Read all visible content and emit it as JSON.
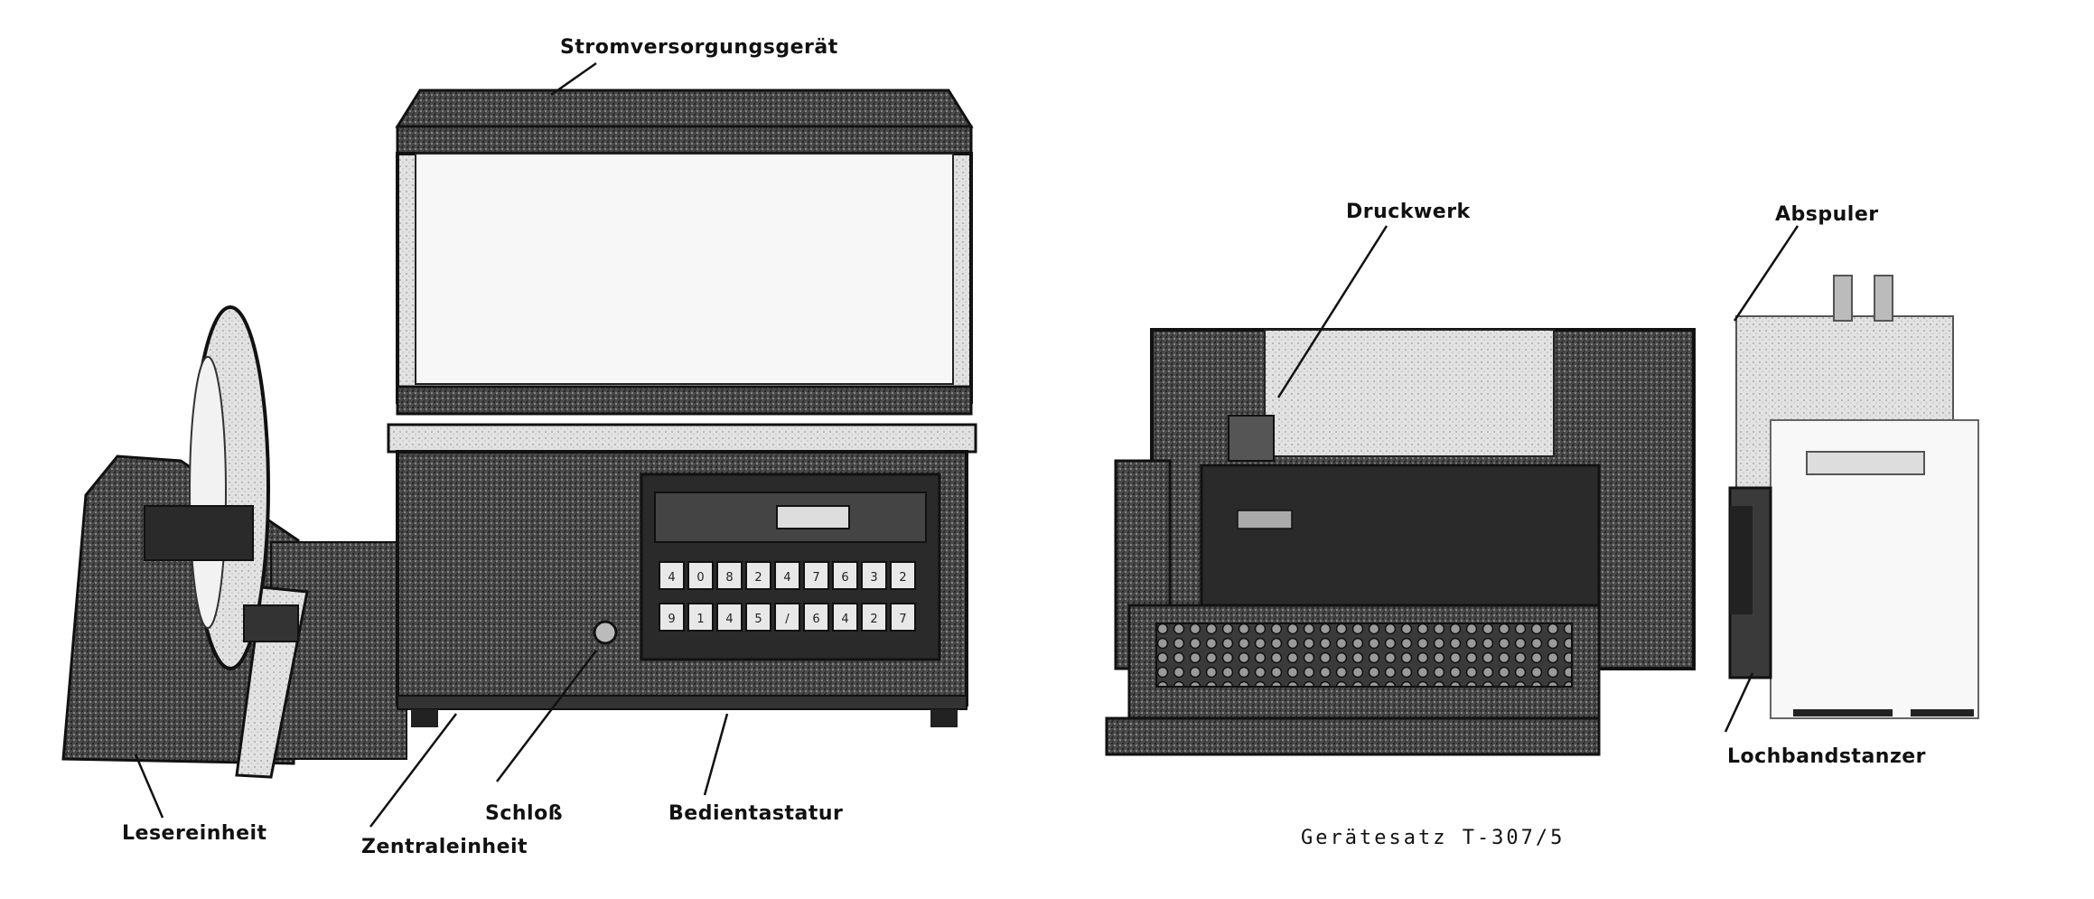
{
  "labels": {
    "stromversorgung": "Stromversorgungsgerät",
    "lesereinheit": "Lesereinheit",
    "zentraleinheit": "Zentraleinheit",
    "schloss": "Schloß",
    "bedientastatur": "Bedientastatur",
    "druckwerk": "Druckwerk",
    "abspuler": "Abspuler",
    "lochbandstanzer": "Lochbandstanzer"
  },
  "caption": "Gerätesatz T-307/5",
  "keypad": {
    "row1": [
      "4",
      "0",
      "8",
      "2",
      "4",
      "7",
      "6",
      "3",
      "2"
    ],
    "row2": [
      "9",
      "1",
      "4",
      "5",
      "/",
      "6",
      "4",
      "2",
      "7"
    ]
  }
}
